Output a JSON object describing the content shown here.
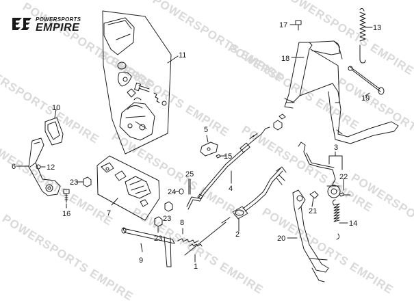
{
  "brand": {
    "tagline": "POWERSPORTS",
    "name": "EMPIRE"
  },
  "watermark": {
    "text": "POWERSPORTS EMPIRE"
  },
  "callouts": {
    "c1": "1",
    "c2": "2",
    "c3": "3",
    "c4": "4",
    "c5": "5",
    "c6": "6",
    "c7": "7",
    "c8": "8",
    "c9": "9",
    "c10": "10",
    "c11": "11",
    "c12": "12",
    "c13": "13",
    "c14": "14",
    "c15": "15",
    "c16": "16",
    "c17": "17",
    "c18": "18",
    "c19": "19",
    "c20": "20",
    "c21": "21",
    "c22": "22",
    "c23a": "23",
    "c23b": "23",
    "c23c": "23",
    "c24": "24",
    "c25": "25"
  },
  "colors": {
    "line": "#1a1a1a",
    "watermark": "#d9d9d9"
  }
}
